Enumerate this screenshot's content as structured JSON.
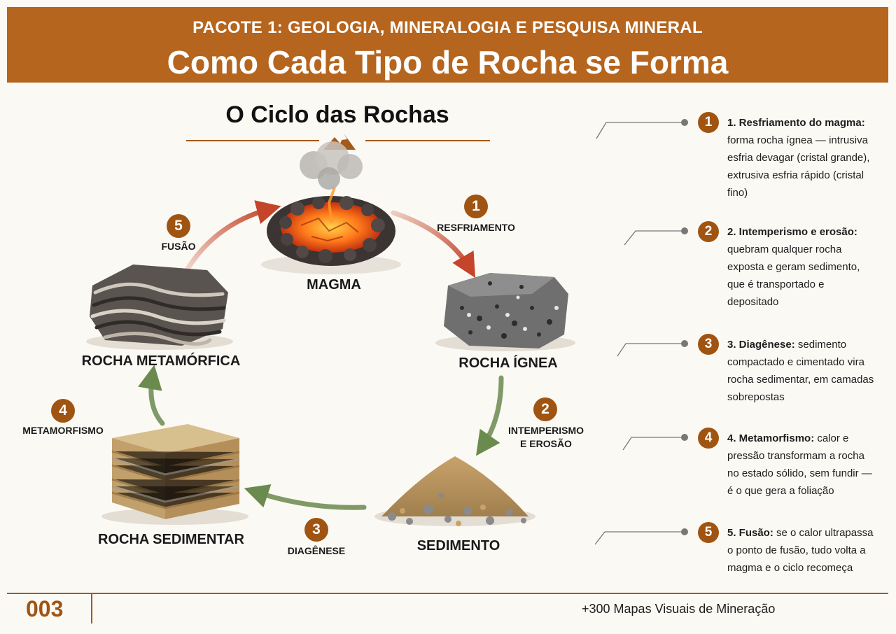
{
  "header": {
    "kicker": "PACOTE 1: GEOLOGIA, MINERALOGIA E PESQUISA MINERAL",
    "title": "Como Cada Tipo de Rocha se Forma"
  },
  "cycle": {
    "title": "O Ciclo das Rochas",
    "nodes": {
      "magma": "MAGMA",
      "ignea": "ROCHA ÍGNEA",
      "sedimento": "SEDIMENTO",
      "sedimentar": "ROCHA SEDIMENTAR",
      "metamorfica": "ROCHA METAMÓRFICA"
    },
    "steps": [
      {
        "num": "1",
        "label": "RESFRIAMENTO",
        "label2": ""
      },
      {
        "num": "2",
        "label": "INTEMPERISMO",
        "label2": "E EROSÃO"
      },
      {
        "num": "3",
        "label": "DIAGÊNESE",
        "label2": ""
      },
      {
        "num": "4",
        "label": "METAMORFISMO",
        "label2": ""
      },
      {
        "num": "5",
        "label": "FUSÃO",
        "label2": ""
      }
    ],
    "colors": {
      "accent": "#a05412",
      "banner": "#b5651d",
      "hot_arrow": "#c4452a",
      "cool_arrow": "#6a8a4e"
    }
  },
  "legend": [
    {
      "num": "1",
      "title": "1. Resfriamento do magma:",
      "body": " forma rocha ígnea — intrusiva esfria devagar (cristal grande), extrusiva esfria rápido (cristal fino)"
    },
    {
      "num": "2",
      "title": "2. Intemperismo e erosão:",
      "body": " quebram qualquer rocha exposta e geram sedimento, que é transportado e depositado"
    },
    {
      "num": "3",
      "title": "3. Diagênese:",
      "body": " sedimento compactado e cimentado vira rocha sedimentar, em camadas sobrepostas"
    },
    {
      "num": "4",
      "title": "4. Metamorfismo:",
      "body": " calor e pressão transformam a rocha no estado sólido, sem fundir — é o que gera a foliação"
    },
    {
      "num": "5",
      "title": "5. Fusão:",
      "body": " se o calor ultrapassa o ponto de fusão, tudo volta a magma e o ciclo recomeça"
    }
  ],
  "footer": {
    "page": "003",
    "series": "+300 Mapas Visuais de Mineração"
  }
}
